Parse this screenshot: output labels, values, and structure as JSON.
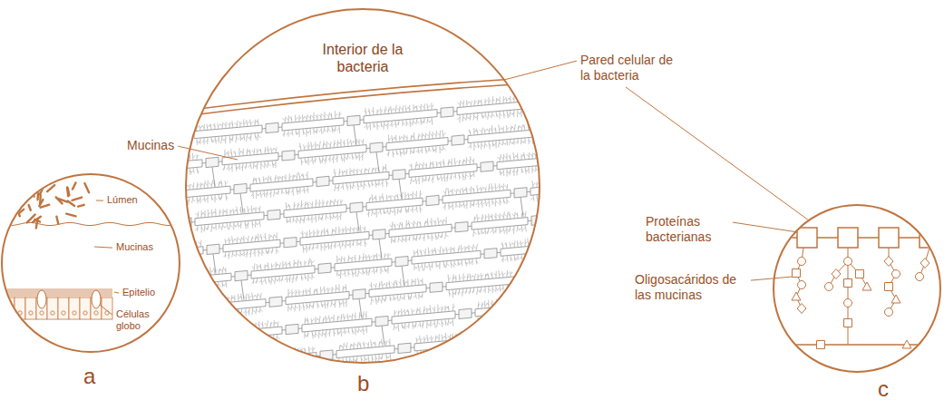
{
  "diagram": {
    "nodes": [
      {
        "text": [
          "Interior de la bacteria"
        ]
      }
    ],
    "labels": [
      "Lúmen",
      "Mucinas",
      "Epitelio",
      "Células globo",
      "a",
      "Mucinas",
      "b",
      "Pared celular de la bacteria",
      "Proteínas bacterianas",
      "Oligosacáridos de las mucinas",
      "c"
    ]
  }
}
